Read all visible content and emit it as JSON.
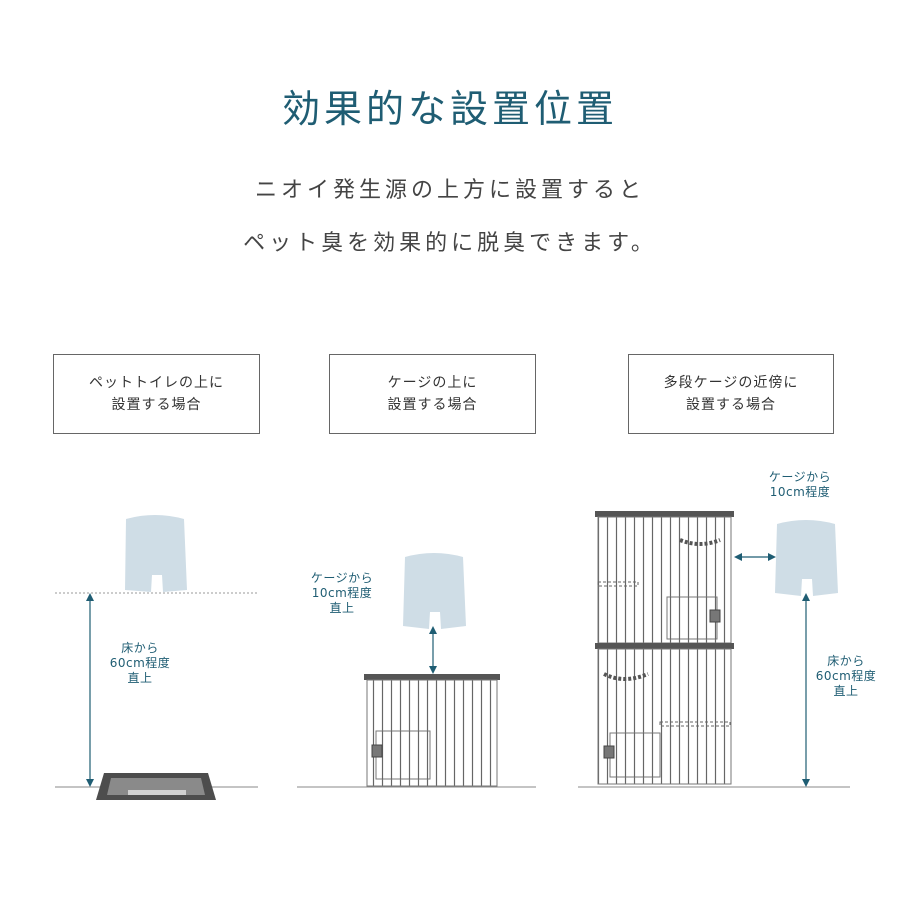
{
  "header": {
    "title": "効果的な設置位置",
    "lead_line1": "ニオイ発生源の上方に設置すると",
    "lead_line2": "ペット臭を効果的に脱臭できます。"
  },
  "cases": [
    {
      "line1": "ペットトイレの上に",
      "line2": "設置する場合"
    },
    {
      "line1": "ケージの上に",
      "line2": "設置する場合"
    },
    {
      "line1": "多段ケージの近傍に",
      "line2": "設置する場合"
    }
  ],
  "annotations": {
    "toilet_height": {
      "line1": "床から",
      "line2": "60cm程度",
      "line3": "直上"
    },
    "cage_above": {
      "line1": "ケージから",
      "line2": "10cm程度",
      "line3": "直上"
    },
    "multi_side": {
      "line1": "ケージから",
      "line2": "10cm程度"
    },
    "multi_height": {
      "line1": "床から",
      "line2": "60cm程度",
      "line3": "直上"
    }
  },
  "colors": {
    "accent": "#1f5d73",
    "device_fill": "#cfdde6",
    "cage_stroke": "#555555",
    "floor": "#888888"
  },
  "icons": [
    "deodorizer-device-icon",
    "pet-toilet-icon",
    "cage-icon",
    "multi-tier-cage-icon",
    "double-arrow-icon"
  ]
}
